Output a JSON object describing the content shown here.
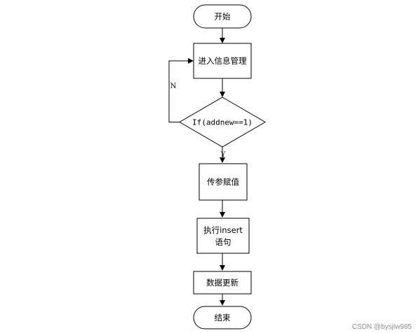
{
  "nodes": {
    "start": "开始",
    "enter": "进入信息管理",
    "condition": "If(addnew==1)",
    "assign": "传参赋值",
    "execute_line1": "执行insert",
    "execute_line2": "语句",
    "update": "数据更新",
    "end": "结束"
  },
  "edges": {
    "no_label": "N",
    "yes_label": "Y"
  },
  "watermark": "CSDN @bysjlw985"
}
